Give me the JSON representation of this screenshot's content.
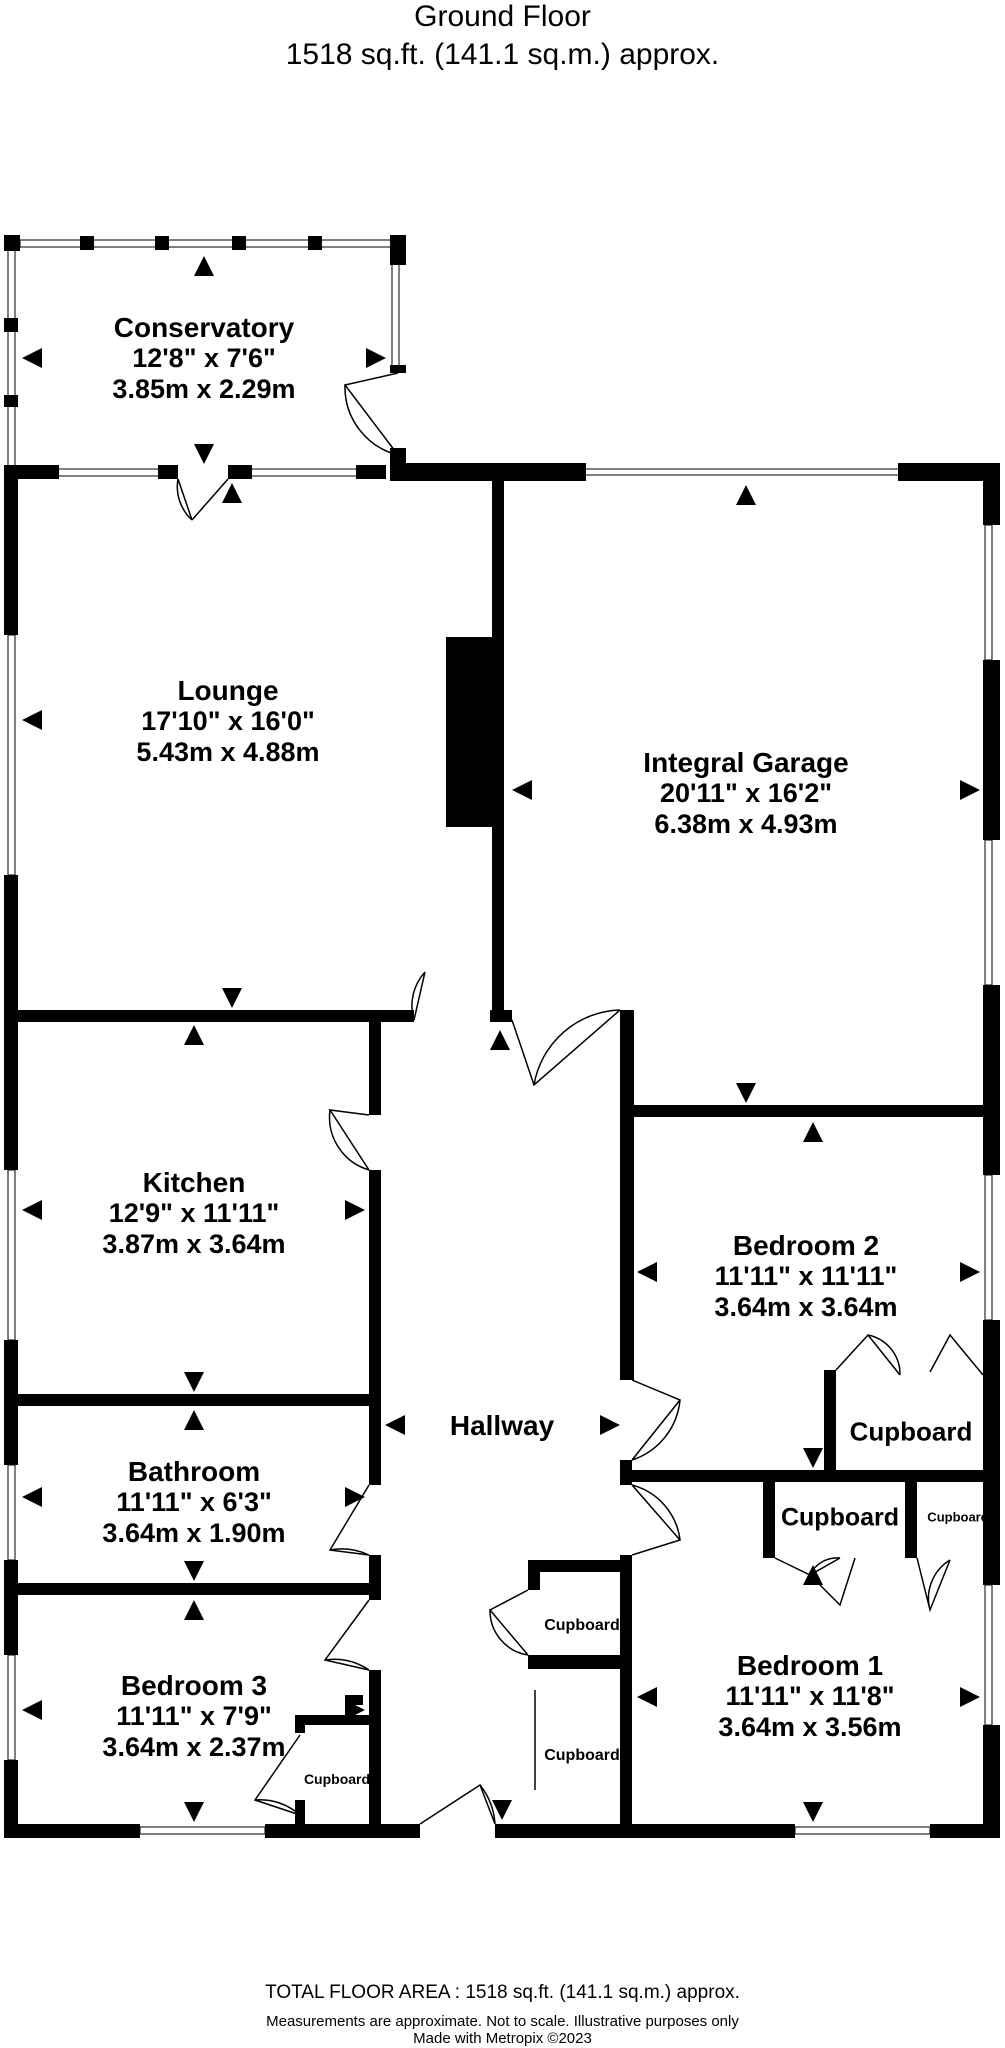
{
  "header": {
    "floor": "Ground Floor",
    "area": "1518 sq.ft. (141.1 sq.m.) approx."
  },
  "rooms": {
    "conservatory": {
      "name": "Conservatory",
      "imperial": "12'8\"  x 7'6\"",
      "metric": "3.85m  x 2.29m"
    },
    "lounge": {
      "name": "Lounge",
      "imperial": "17'10\"  x 16'0\"",
      "metric": "5.43m  x 4.88m"
    },
    "garage": {
      "name": "Integral Garage",
      "imperial": "20'11\"  x 16'2\"",
      "metric": "6.38m  x 4.93m"
    },
    "kitchen": {
      "name": "Kitchen",
      "imperial": "12'9\"  x 11'11\"",
      "metric": "3.87m  x 3.64m"
    },
    "bedroom2": {
      "name": "Bedroom 2",
      "imperial": "11'11\"  x 11'11\"",
      "metric": "3.64m  x 3.64m"
    },
    "hallway": {
      "name": "Hallway"
    },
    "bathroom": {
      "name": "Bathroom",
      "imperial": "11'11\"  x 6'3\"",
      "metric": "3.64m  x 1.90m"
    },
    "bedroom1": {
      "name": "Bedroom 1",
      "imperial": "11'11\"  x 11'8\"",
      "metric": "3.64m  x 3.56m"
    },
    "bedroom3": {
      "name": "Bedroom 3",
      "imperial": "11'11\"  x 7'9\"",
      "metric": "3.64m  x 2.37m"
    }
  },
  "cupboards": {
    "label": "Cupboard"
  },
  "footer": {
    "total": "TOTAL FLOOR AREA : 1518 sq.ft. (141.1 sq.m.) approx.",
    "note": "Measurements are approximate.  Not to scale.  Illustrative purposes only",
    "made": "Made with Metropix ©2023"
  },
  "colors": {
    "wall": "#000000",
    "background": "#ffffff"
  }
}
